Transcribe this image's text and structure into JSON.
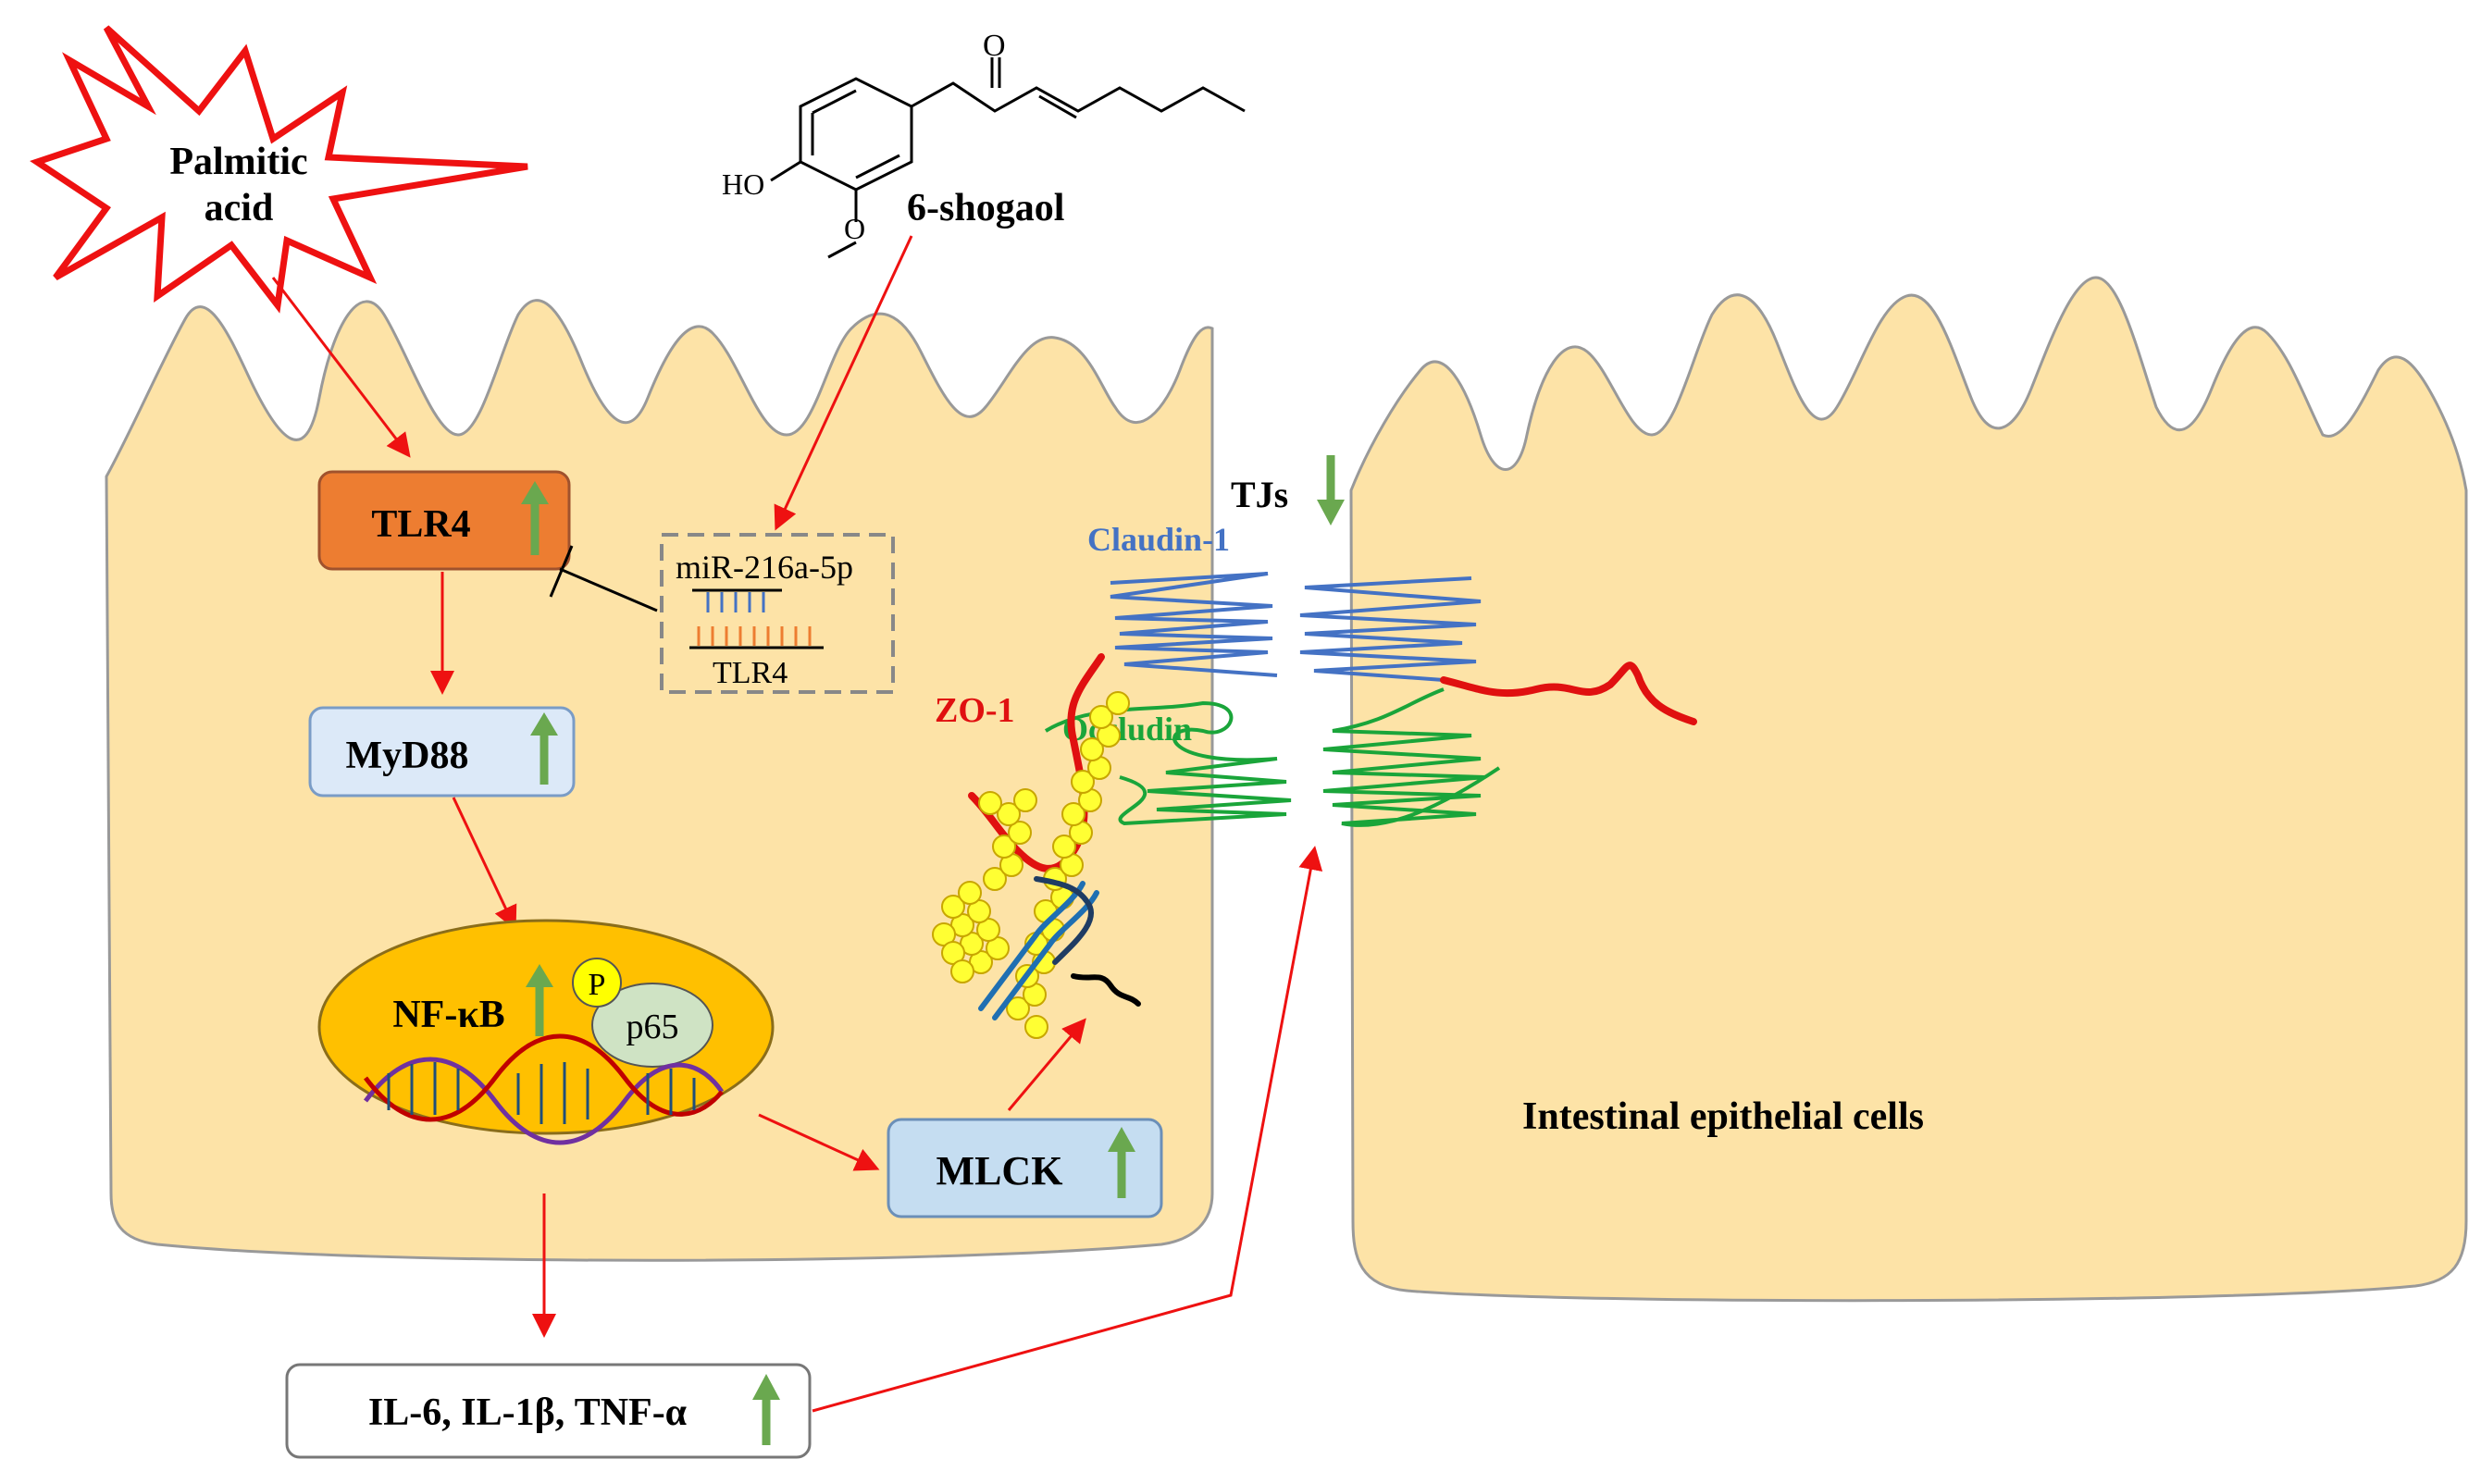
{
  "stimulus": {
    "label_line1": "Palmitic",
    "label_line2": "acid"
  },
  "compound": {
    "name": "6-shogaol",
    "atom_O": "O",
    "atom_HO": "HO"
  },
  "tlr4_box": {
    "label": "TLR4",
    "trend": "up"
  },
  "myd88_box": {
    "label": "MyD88",
    "trend": "up"
  },
  "mirna_box": {
    "mirna": "miR-216a-5p",
    "target": "TLR4"
  },
  "nfkb": {
    "label": "NF-κB",
    "phospho": "P",
    "subunit": "p65",
    "trend": "up"
  },
  "mlck_box": {
    "label": "MLCK",
    "trend": "up"
  },
  "cytokines_box": {
    "label": "IL-6, IL-1β, TNF-α",
    "trend": "up"
  },
  "tight_junction": {
    "tjs": "TJs",
    "tjs_trend": "down",
    "claudin": "Claudin-1",
    "zo1": "ZO-1",
    "occludin": "Occludin"
  },
  "cell_label": "Intestinal epithelial cells",
  "colors": {
    "cell_fill": "#fde3a7",
    "cell_edge": "#999999",
    "arrow_red": "#ee1111",
    "arrow_up_green": "#6aa84f",
    "tlr4_fill": "#ed7d31",
    "box_blue": "#dce9f8",
    "mlck_fill": "#c5ddf1",
    "nucleus_fill": "#ffc000",
    "claudin_blue": "#4472c4",
    "occludin_green": "#1aa53a",
    "zo1_red": "#e01010",
    "actin_yellow": "#ffff33",
    "p65_fill": "#cfe3c4"
  }
}
